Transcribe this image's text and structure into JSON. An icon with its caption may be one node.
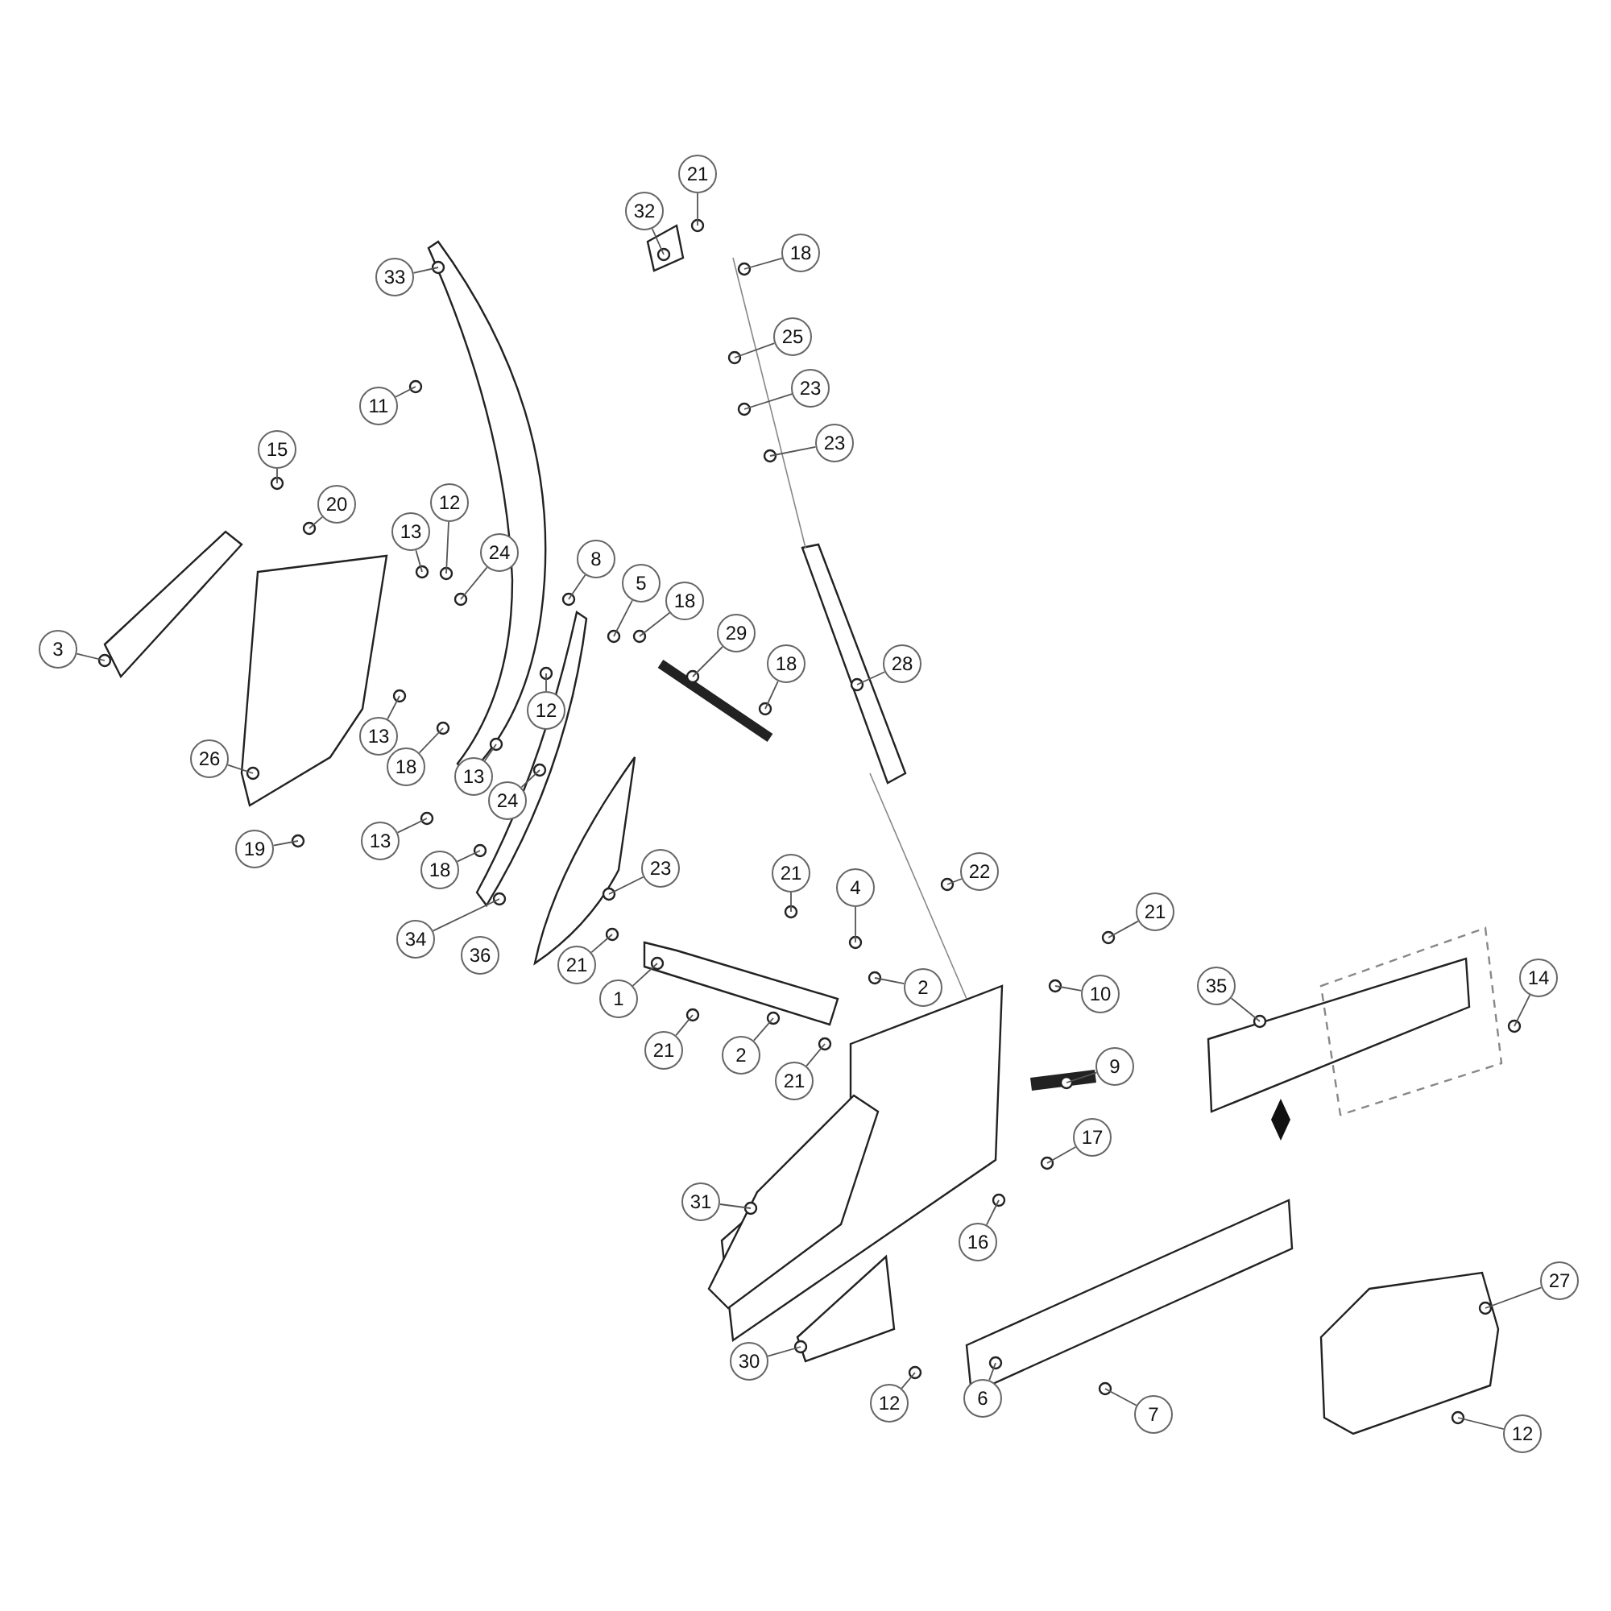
{
  "diagram": {
    "nodes": [
      {
        "text": [
          "21"
        ]
      },
      {
        "text": [
          "32"
        ]
      },
      {
        "text": [
          "18"
        ]
      },
      {
        "text": [
          "33"
        ]
      },
      {
        "text": [
          "25"
        ]
      },
      {
        "text": [
          "23"
        ]
      },
      {
        "text": [
          "23"
        ]
      },
      {
        "text": [
          "11"
        ]
      },
      {
        "text": [
          "15"
        ]
      },
      {
        "text": [
          "20"
        ]
      },
      {
        "text": [
          "12"
        ]
      },
      {
        "text": [
          "13"
        ]
      },
      {
        "text": [
          "24"
        ]
      },
      {
        "text": [
          "8"
        ]
      },
      {
        "text": [
          "5"
        ]
      },
      {
        "text": [
          "18"
        ]
      },
      {
        "text": [
          "3"
        ]
      },
      {
        "text": [
          "29"
        ]
      },
      {
        "text": [
          "18"
        ]
      },
      {
        "text": [
          "28"
        ]
      },
      {
        "text": [
          "12"
        ]
      },
      {
        "text": [
          "13"
        ]
      },
      {
        "text": [
          "18"
        ]
      },
      {
        "text": [
          "26"
        ]
      },
      {
        "text": [
          "13"
        ]
      },
      {
        "text": [
          "24"
        ]
      },
      {
        "text": [
          "13"
        ]
      },
      {
        "text": [
          "19"
        ]
      },
      {
        "text": [
          "18"
        ]
      },
      {
        "text": [
          "23"
        ]
      },
      {
        "text": [
          "21"
        ]
      },
      {
        "text": [
          "22"
        ]
      },
      {
        "text": [
          "4"
        ]
      },
      {
        "text": [
          "21"
        ]
      },
      {
        "text": [
          "34"
        ]
      },
      {
        "text": [
          "21"
        ]
      },
      {
        "text": [
          "2"
        ]
      },
      {
        "text": [
          "14"
        ]
      },
      {
        "text": [
          "35"
        ]
      },
      {
        "text": [
          "1"
        ]
      },
      {
        "text": [
          "10"
        ]
      },
      {
        "text": [
          "21"
        ]
      },
      {
        "text": [
          "2"
        ]
      },
      {
        "text": [
          "9"
        ]
      },
      {
        "text": [
          "21"
        ]
      },
      {
        "text": [
          "17"
        ]
      },
      {
        "text": [
          "31"
        ]
      },
      {
        "text": [
          "16"
        ]
      },
      {
        "text": [
          "27"
        ]
      },
      {
        "text": [
          "30"
        ]
      },
      {
        "text": [
          "12"
        ]
      },
      {
        "text": [
          "6"
        ]
      },
      {
        "text": [
          "7"
        ]
      },
      {
        "text": [
          "12"
        ]
      },
      {
        "text": [
          "36"
        ]
      }
    ],
    "edges": [
      {
        "from": 0,
        "to": null,
        "arrow": "none"
      },
      {
        "from": 1,
        "to": null,
        "arrow": "none"
      },
      {
        "from": 2,
        "to": null,
        "arrow": "none"
      },
      {
        "from": 3,
        "to": null,
        "arrow": "none"
      },
      {
        "from": 4,
        "to": null,
        "arrow": "none"
      },
      {
        "from": 5,
        "to": null,
        "arrow": "none"
      },
      {
        "from": 6,
        "to": null,
        "arrow": "none"
      },
      {
        "from": 7,
        "to": null,
        "arrow": "none"
      },
      {
        "from": 8,
        "to": null,
        "arrow": "none"
      },
      {
        "from": 9,
        "to": null,
        "arrow": "none"
      },
      {
        "from": 10,
        "to": null,
        "arrow": "none"
      },
      {
        "from": 11,
        "to": null,
        "arrow": "none"
      },
      {
        "from": 12,
        "to": null,
        "arrow": "none"
      },
      {
        "from": 13,
        "to": null,
        "arrow": "none"
      },
      {
        "from": 14,
        "to": null,
        "arrow": "none"
      },
      {
        "from": 15,
        "to": null,
        "arrow": "none"
      },
      {
        "from": 16,
        "to": null,
        "arrow": "none"
      },
      {
        "from": 17,
        "to": null,
        "arrow": "none"
      },
      {
        "from": 18,
        "to": null,
        "arrow": "none"
      },
      {
        "from": 19,
        "to": null,
        "arrow": "none"
      },
      {
        "from": 20,
        "to": null,
        "arrow": "none"
      },
      {
        "from": 21,
        "to": null,
        "arrow": "none"
      },
      {
        "from": 22,
        "to": null,
        "arrow": "none"
      },
      {
        "from": 23,
        "to": null,
        "arrow": "none"
      },
      {
        "from": 24,
        "to": null,
        "arrow": "none"
      },
      {
        "from": 25,
        "to": null,
        "arrow": "none"
      },
      {
        "from": 26,
        "to": null,
        "arrow": "none"
      },
      {
        "from": 27,
        "to": null,
        "arrow": "none"
      },
      {
        "from": 28,
        "to": null,
        "arrow": "none"
      },
      {
        "from": 29,
        "to": null,
        "arrow": "none"
      },
      {
        "from": 30,
        "to": null,
        "arrow": "none"
      },
      {
        "from": 31,
        "to": null,
        "arrow": "none"
      },
      {
        "from": 32,
        "to": null,
        "arrow": "none"
      },
      {
        "from": 33,
        "to": null,
        "arrow": "none"
      },
      {
        "from": 34,
        "to": null,
        "arrow": "none"
      },
      {
        "from": 35,
        "to": null,
        "arrow": "none"
      },
      {
        "from": 36,
        "to": null,
        "arrow": "none"
      },
      {
        "from": 37,
        "to": null,
        "arrow": "none"
      },
      {
        "from": 38,
        "to": null,
        "arrow": "none"
      },
      {
        "from": 39,
        "to": null,
        "arrow": "none"
      },
      {
        "from": 40,
        "to": null,
        "arrow": "none"
      },
      {
        "from": 41,
        "to": null,
        "arrow": "none"
      },
      {
        "from": 42,
        "to": null,
        "arrow": "none"
      },
      {
        "from": 43,
        "to": null,
        "arrow": "none"
      },
      {
        "from": 44,
        "to": null,
        "arrow": "none"
      },
      {
        "from": 45,
        "to": null,
        "arrow": "none"
      },
      {
        "from": 46,
        "to": null,
        "arrow": "none"
      },
      {
        "from": 47,
        "to": null,
        "arrow": "none"
      },
      {
        "from": 48,
        "to": null,
        "arrow": "none"
      },
      {
        "from": 49,
        "to": null,
        "arrow": "none"
      },
      {
        "from": 50,
        "to": null,
        "arrow": "none"
      },
      {
        "from": 51,
        "to": null,
        "arrow": "none"
      },
      {
        "from": 52,
        "to": null,
        "arrow": "none"
      },
      {
        "from": 53,
        "to": null,
        "arrow": "none"
      }
    ]
  }
}
